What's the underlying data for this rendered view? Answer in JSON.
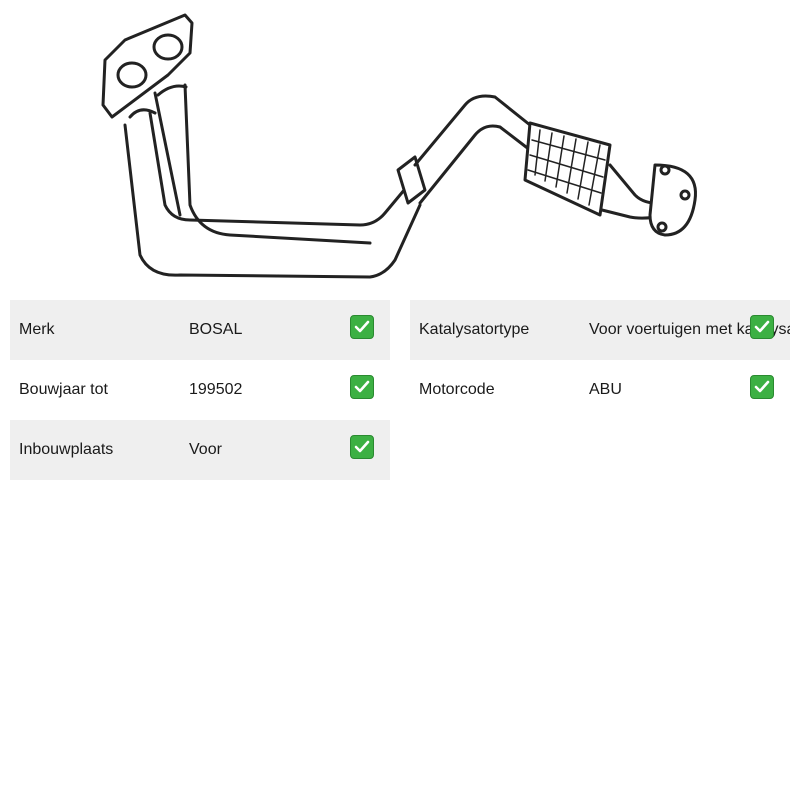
{
  "product": {
    "image_icon": "exhaust-downpipe-drawing"
  },
  "colors": {
    "row_shade": "#efefef",
    "check_green": "#3cb043"
  },
  "specs_left": [
    {
      "label": "Merk",
      "value": "BOSAL",
      "shaded": true
    },
    {
      "label": "Bouwjaar tot",
      "value": "199502",
      "shaded": false
    },
    {
      "label": "Inbouwplaats",
      "value": "Voor",
      "shaded": true
    }
  ],
  "specs_right": [
    {
      "label": "Katalysatortype",
      "value": "Voor voertuigen met katalysator",
      "shaded": true
    },
    {
      "label": "Motorcode",
      "value": "ABU",
      "shaded": false
    }
  ],
  "check_icon": "check-mark-icon"
}
